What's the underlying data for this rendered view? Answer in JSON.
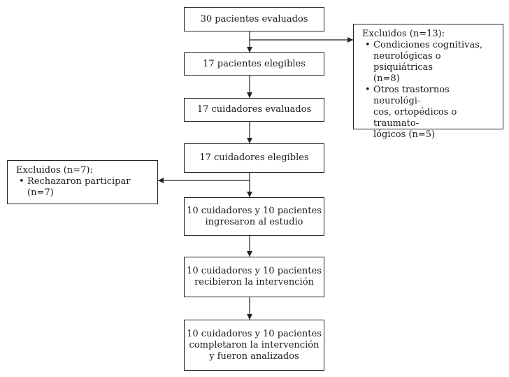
{
  "flow": {
    "b1": [
      "30 pacientes evaluados"
    ],
    "b2": [
      "17 pacientes elegibles"
    ],
    "b3": [
      "17 cuidadores evaluados"
    ],
    "b4": [
      "17 cuidadores elegibles"
    ],
    "b5": [
      "10 cuidadores y 10 pacientes",
      "ingresaron al estudio"
    ],
    "b6": [
      "10 cuidadores y 10 pacientes",
      "recibieron la intervención"
    ],
    "b7": [
      "10 cuidadores y 10 pacientes",
      "completaron la intervención",
      "y fueron analizados"
    ]
  },
  "excluded_right": {
    "title": "Excluidos (n=13):",
    "items": [
      [
        "Condiciones cognitivas,",
        "neurológicas o psiquiátricas",
        "(n=8)"
      ],
      [
        "Otros trastornos neurológi-",
        "cos, ortopédicos o traumato-",
        "lógicos (n=5)"
      ]
    ]
  },
  "excluded_left": {
    "title": "Excluidos (n=7):",
    "items": [
      [
        "Rechazaron participar (n=7)"
      ]
    ]
  }
}
